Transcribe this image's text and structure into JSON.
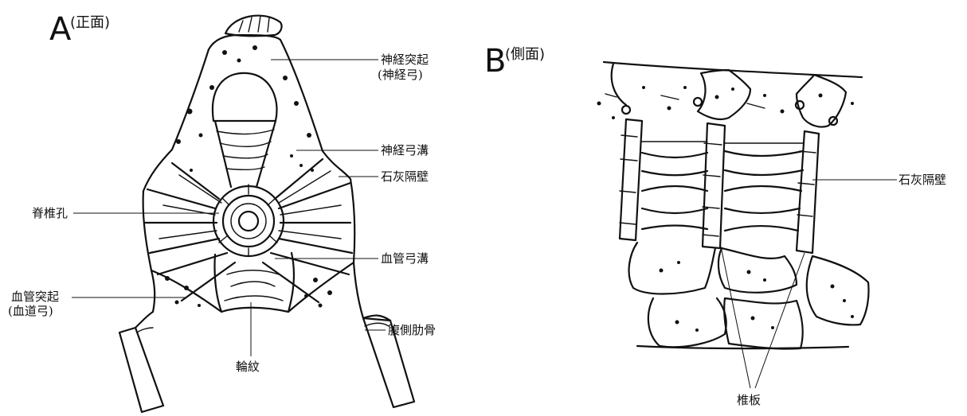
{
  "panel_a": {
    "letter": "A",
    "subtitle": "(正面)",
    "labels": {
      "neural_spine": "神経突起",
      "neural_arch": "(神経弓)",
      "neural_arch_groove": "神経弓溝",
      "calcified_septa": "石灰隔壁",
      "vertebral_foramen": "脊椎孔",
      "haemal_arch_groove": "血管弓溝",
      "haemal_spine": "血管突起",
      "haemal_arch": "(血道弓)",
      "ventral_rib": "腹側肋骨",
      "growth_rings": "輪紋"
    }
  },
  "panel_b": {
    "letter": "B",
    "subtitle": "(側面)",
    "labels": {
      "calcified_septa": "石灰隔壁",
      "centra": "椎板"
    }
  }
}
